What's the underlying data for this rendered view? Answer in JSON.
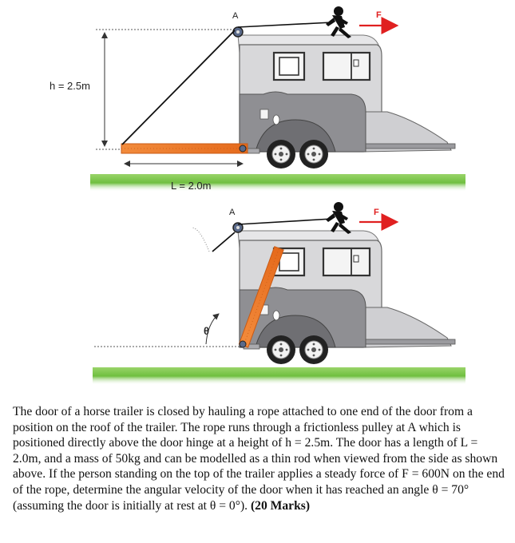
{
  "figure": {
    "top": {
      "pulley_label": "A",
      "force_label": "F",
      "height_label": "h = 2.5m",
      "length_label": "L = 2.0m"
    },
    "bottom": {
      "pulley_label": "A",
      "force_label": "F",
      "angle_label": "θ"
    }
  },
  "problem": {
    "text": "The door of a horse trailer is closed by hauling a rope attached to one end of the door from a position on the roof of the trailer. The rope runs through a frictionless pulley at A which is positioned directly above the door hinge at a height of h = 2.5m. The door has a length of L = 2.0m, and a mass of 50kg and can be modelled as a thin rod when viewed from the side as shown above. If the person standing on the top of the trailer applies a steady force of F = 600N on the end of the rope, determine the angular velocity of the door when it has reached an angle θ = 70° (assuming the door is initially at rest at θ = 0°).",
    "marks": "(20 Marks)"
  },
  "colors": {
    "door": "#f07a2a",
    "ground": "#6fbf3f",
    "trailer_body": "#d6d6d8",
    "trailer_dark": "#8f8f93",
    "force_arrow": "#e02020",
    "rope": "#111111"
  }
}
